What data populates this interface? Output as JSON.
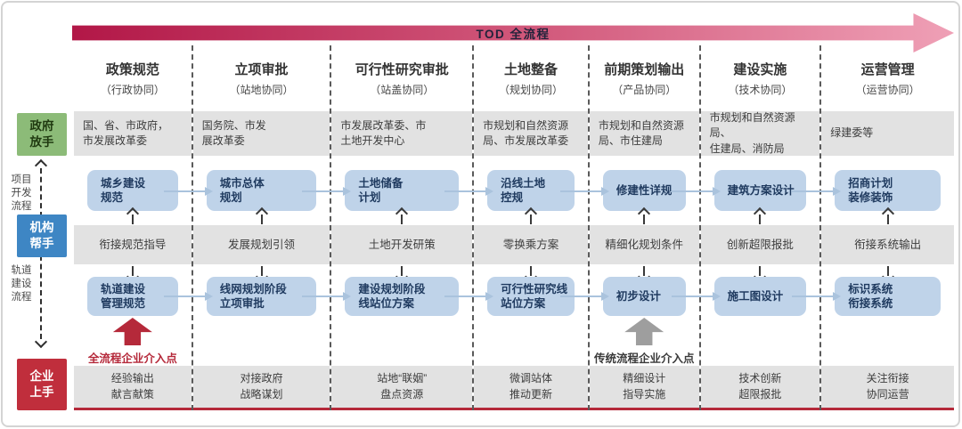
{
  "banner": {
    "label": "TOD 全流程"
  },
  "left_rail": {
    "government_box": "政府\n放手",
    "institution_box": "机构\n帮手",
    "enterprise_box": "企业\n上手",
    "project_flow_label": "项目\n开发\n流程",
    "rail_flow_label": "轨道\n建设\n流程"
  },
  "colors": {
    "banner_gradient_start": "#b21747",
    "banner_gradient_end": "#efa0b6",
    "government_green": "#8cbb78",
    "institution_blue": "#3e86c4",
    "enterprise_red": "#c02e3c",
    "process_box_blue": "#bfd3e9",
    "band_gray": "#e2e2e2",
    "accent_red": "#b5293a",
    "traditional_arrow_gray": "#9e9e9e"
  },
  "columns": [
    {
      "title": "政策规范",
      "subtitle": "（行政协同）",
      "government": "国、省、市政府，\n市发展改革委",
      "project_box": "城乡建设\n规范",
      "institution": "衔接规范指导",
      "rail_box": "轨道建设\n管理规范",
      "entry_type": "full",
      "entry_label": "全流程企业介入点",
      "enterprise": "经验输出\n献言献策"
    },
    {
      "title": "立项审批",
      "subtitle": "（站地协同）",
      "government": "国务院、市发\n展改革委",
      "project_box": "城市总体\n规划",
      "institution": "发展规划引领",
      "rail_box": "线网规划阶段\n立项审批",
      "enterprise": "对接政府\n战略谋划"
    },
    {
      "title": "可行性研究审批",
      "subtitle": "（站盖协同）",
      "government": "市发展改革委、市\n土地开发中心",
      "project_box": "土地储备\n计划",
      "institution": "土地开发研策",
      "rail_box": "建设规划阶段\n线站位方案",
      "enterprise": "站地“联姻”\n盘点资源"
    },
    {
      "title": "土地整备",
      "subtitle": "（规划协同）",
      "government": "市规划和自然资源\n局、市发展改革委",
      "project_box": "沿线土地\n控规",
      "institution": "零换乘方案",
      "rail_box": "可行性研究线\n站位方案",
      "enterprise": "微调站体\n推动更新"
    },
    {
      "title": "前期策划输出",
      "subtitle": "（产品协同）",
      "government": "市规划和自然资源\n局、市住建局",
      "project_box": "修建性详规",
      "institution": "精细化规划条件",
      "rail_box": "初步设计",
      "entry_type": "traditional",
      "entry_label": "传统流程企业介入点",
      "enterprise": "精细设计\n指导实施"
    },
    {
      "title": "建设实施",
      "subtitle": "（技术协同）",
      "government": "市规划和自然资源局、\n住建局、消防局",
      "project_box": "建筑方案设计",
      "institution": "创新超限报批",
      "rail_box": "施工图设计",
      "enterprise": "技术创新\n超限报批"
    },
    {
      "title": "运营管理",
      "subtitle": "（运营协同）",
      "government": "绿建委等",
      "project_box": "招商计划\n装修装饰",
      "institution": "衔接系统输出",
      "rail_box": "标识系统\n衔接系统",
      "enterprise": "关注衔接\n协同运营"
    }
  ]
}
